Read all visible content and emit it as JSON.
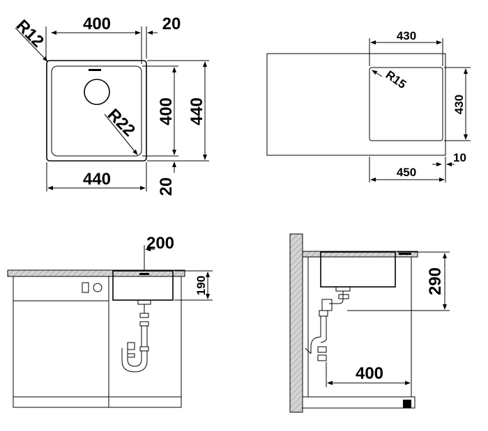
{
  "top_left_view": {
    "dims": {
      "width_inner": "400",
      "flange_top": "20",
      "radius_corner": "R12",
      "radius_inner": "R22",
      "height_inner": "400",
      "height_outer": "440",
      "width_outer": "440",
      "flange_bottom": "20"
    }
  },
  "top_right_view": {
    "dims": {
      "cutout_width": "430",
      "cutout_height": "430",
      "radius": "R15",
      "cabinet_width": "450",
      "offset": "10"
    }
  },
  "bottom_left_view": {
    "dims": {
      "width": "200",
      "depth": "190"
    }
  },
  "bottom_right_view": {
    "dims": {
      "depth": "290",
      "distance": "400"
    }
  },
  "colors": {
    "line": "#000000",
    "wall_fill": "#cfcfcf",
    "countertop_fill": "#bdbdbd"
  }
}
